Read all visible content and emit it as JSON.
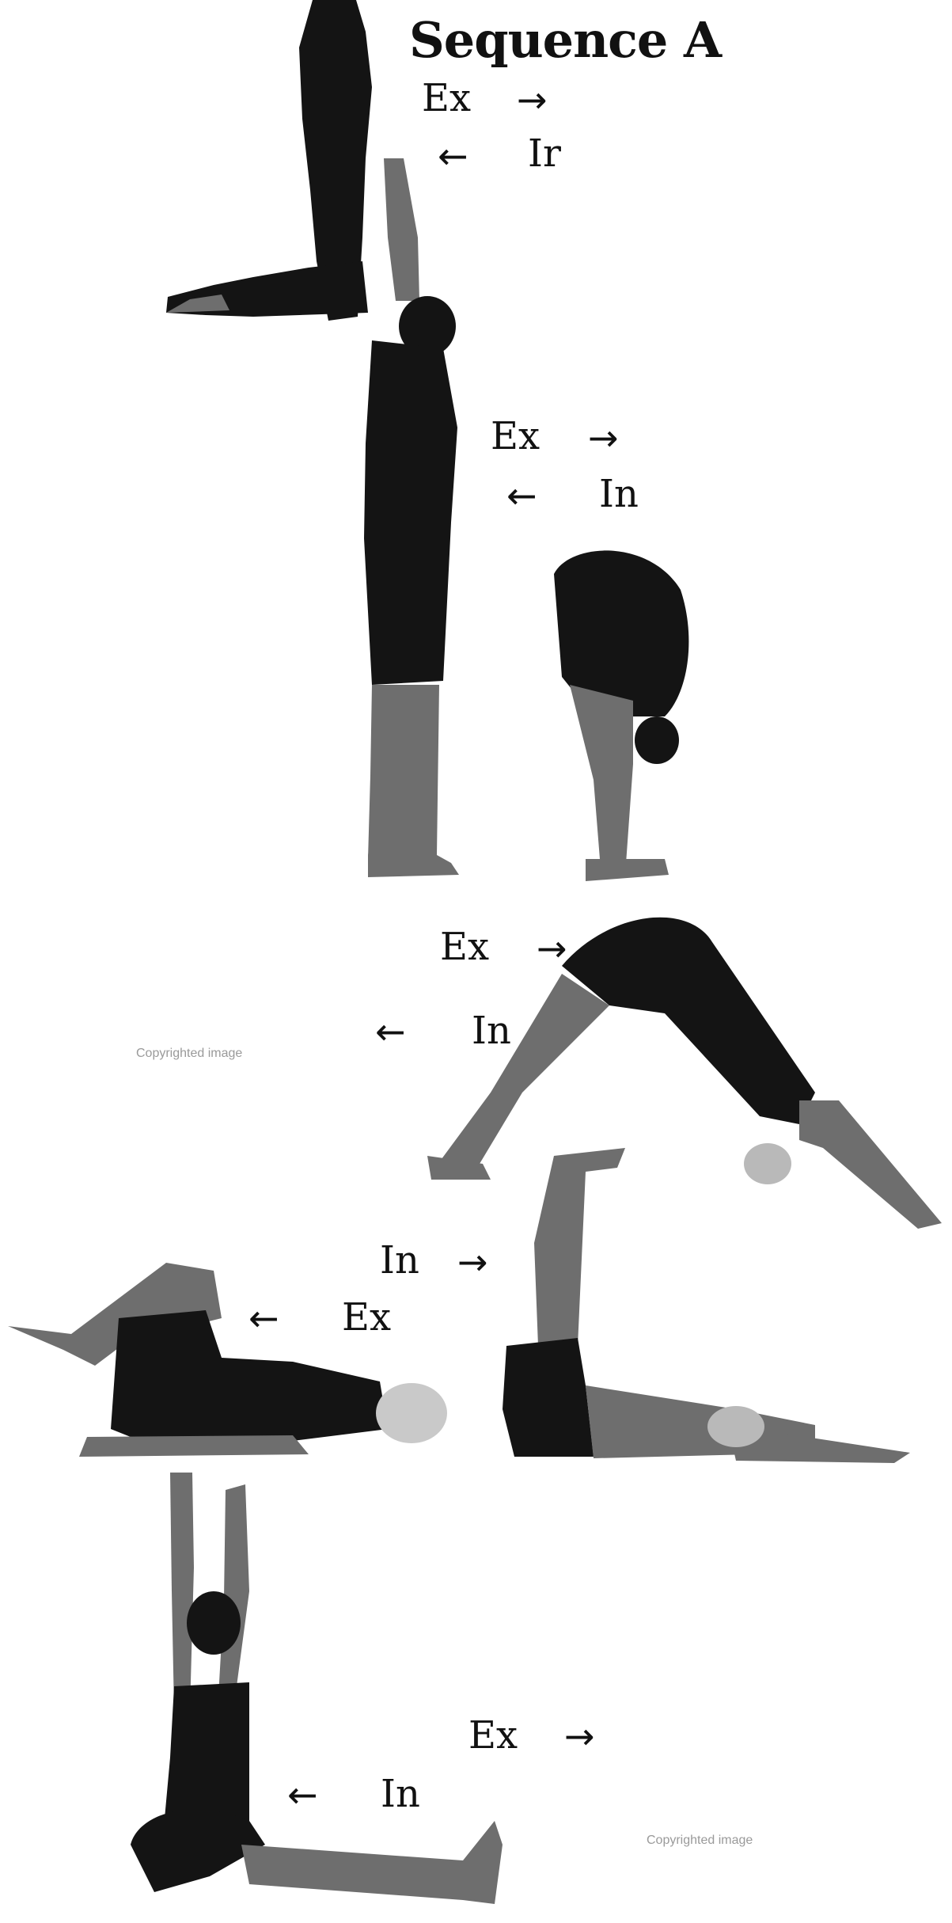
{
  "title": "Sequence A",
  "cues": [
    {
      "word": "Ex",
      "arrow": "→"
    },
    {
      "word": "Ir",
      "arrow": "←"
    },
    {
      "word": "Ex",
      "arrow": "→"
    },
    {
      "word": "In",
      "arrow": "←"
    },
    {
      "word": "Ex",
      "arrow": "→"
    },
    {
      "word": "In",
      "arrow": "←"
    },
    {
      "word": "In",
      "arrow": "→"
    },
    {
      "word": "Ex",
      "arrow": "←"
    },
    {
      "word": "Ex",
      "arrow": "→"
    },
    {
      "word": "In",
      "arrow": "←"
    }
  ],
  "watermark": "Copyrighted image",
  "colors": {
    "silhouette": "#141414",
    "skin": "#6e6e6e",
    "text": "#111111"
  }
}
